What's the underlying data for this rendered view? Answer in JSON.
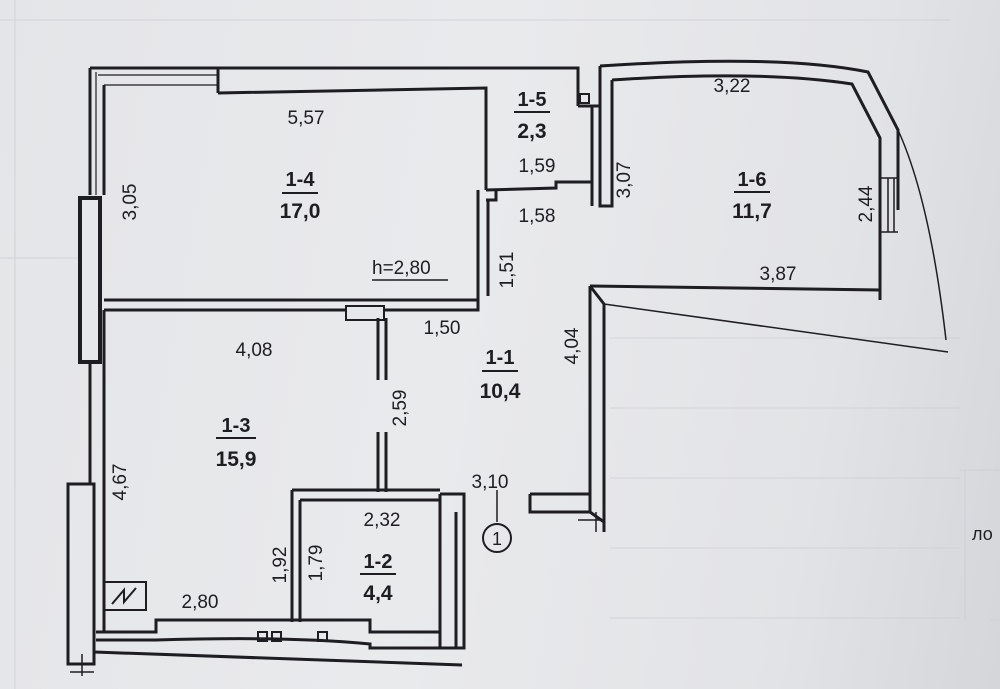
{
  "rooms": [
    {
      "id": "1-4",
      "area": "17,0"
    },
    {
      "id": "1-5",
      "area": "2,3"
    },
    {
      "id": "1-6",
      "area": "11,7"
    },
    {
      "id": "1-1",
      "area": "10,4"
    },
    {
      "id": "1-3",
      "area": "15,9"
    },
    {
      "id": "1-2",
      "area": "4,4"
    }
  ],
  "dimensions": {
    "d_5_57": "5,57",
    "d_3_05": "3,05",
    "d_1_59": "1,59",
    "d_1_58": "1,58",
    "d_3_22": "3,22",
    "d_3_07": "3,07",
    "d_2_44": "2,44",
    "d_3_87": "3,87",
    "d_1_51": "1,51",
    "d_1_50": "1,50",
    "d_4_08": "4,08",
    "d_4_04": "4,04",
    "d_2_59": "2,59",
    "d_4_67": "4,67",
    "d_3_10": "3,10",
    "d_2_32": "2,32",
    "d_1_92": "1,92",
    "d_1_79": "1,79",
    "d_2_80": "2,80"
  },
  "ceiling_height": "h=2,80",
  "entrance_marker": "1",
  "ghost_text": {
    "faded_margin_text": "ло"
  },
  "colors": {
    "ink": "#1d1d22",
    "paper": "#e6e7ea",
    "grid": "#c9ccd1"
  }
}
